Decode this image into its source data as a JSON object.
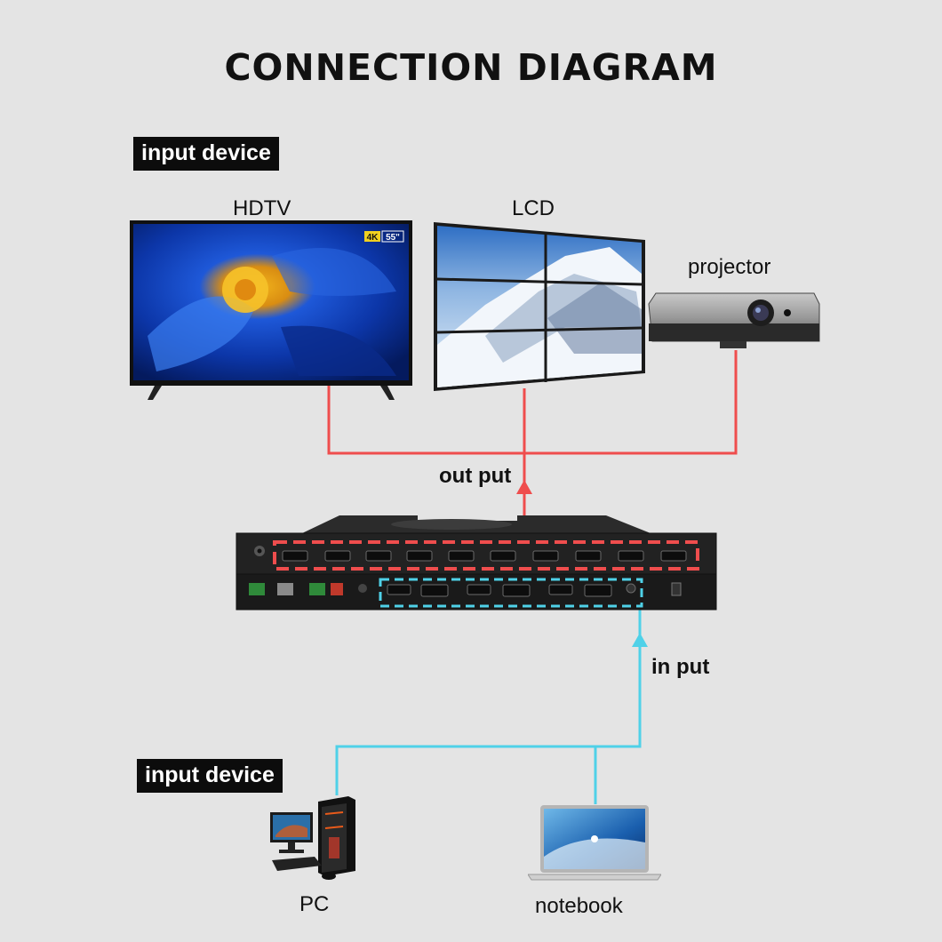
{
  "title": "CONNECTION DIAGRAM",
  "top_section": {
    "tag": "input device"
  },
  "bottom_section": {
    "tag": "input device"
  },
  "devices": {
    "hdtv": {
      "label": "HDTV",
      "badge_4k": "4K",
      "badge_size": "55\""
    },
    "lcd": {
      "label": "LCD"
    },
    "projector": {
      "label": "projector"
    },
    "pc": {
      "label": "PC"
    },
    "notebook": {
      "label": "notebook"
    }
  },
  "connections": {
    "output_label": "out put",
    "input_label": "in put",
    "output_color": "#ef4d4d",
    "input_color": "#4fd1e8"
  },
  "icons": {
    "tv": "flat-tv-icon",
    "video-wall": "video-wall-icon",
    "projector": "projector-icon",
    "matrix": "hdmi-matrix-switcher-icon",
    "pc": "desktop-pc-icon",
    "notebook": "laptop-icon",
    "arrow": "arrow-up-icon"
  }
}
